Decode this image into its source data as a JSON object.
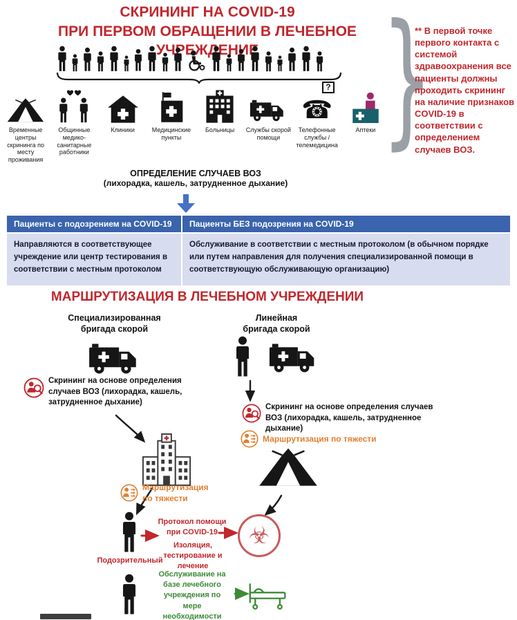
{
  "header": {
    "title_line1": "СКРИНИНГ НА COVID-19",
    "title_line2": "ПРИ ПЕРВОМ ОБРАЩЕНИИ В ЛЕЧЕБНОЕ УЧРЕЖДЕНИЕ",
    "note": "** В первой точке первого контакта с системой здравоохранения все пациенты должны проходить скрининг на наличие признаков COVID-19 в соответствии с определением случаев ВОЗ."
  },
  "facilities": {
    "items": [
      {
        "label": "Временные центры скрининга по месту проживания",
        "icon": "tent-icon"
      },
      {
        "label": "Общинные медико-санитарные работники",
        "icon": "community-workers-icon"
      },
      {
        "label": "Клиники",
        "icon": "clinic-icon"
      },
      {
        "label": "Медицинские пункты",
        "icon": "medical-post-icon"
      },
      {
        "label": "Больницы",
        "icon": "hospital-icon"
      },
      {
        "label": "Службы скорой помощи",
        "icon": "ambulance-icon"
      },
      {
        "label": "Телефонные службы / телемедицина",
        "icon": "telephone-icon"
      },
      {
        "label": "Аптеки",
        "icon": "pharmacy-icon"
      }
    ]
  },
  "who_definition": {
    "line1": "ОПРЕДЕЛЕНИЕ СЛУЧАЕВ ВОЗ",
    "line2": "(лихорадка, кашель, затрудненное дыхание)"
  },
  "triage_table": {
    "header_suspected": "Пациенты с подозрением на COVID-19",
    "header_not_suspected": "Пациенты БЕЗ подозрения на COVID-19",
    "body_suspected": "Направляются в соответствующее учреждение или центр тестирования в соответствии с местным протоколом",
    "body_not_suspected": "Обслуживание в соответствии с местным протоколом (в обычном порядке или путем направления для получения специализированной помощи в соответствующую обслуживающую организацию)"
  },
  "routing": {
    "title": "МАРШРУТИЗАЦИЯ В ЛЕЧЕБНОМ УЧРЕЖДЕНИИ",
    "left_team": "Специализированная бригада скорой",
    "right_team": "Линейная бригада скорой",
    "screening_left": "Скрининг на основе определения случаев ВОЗ (лихорадка, кашель, затрудненное дыхание)",
    "screening_right": "Скрининг на основе определения случаев ВОЗ (лихорадка, кашель, затрудненное дыхание)",
    "triage_by_severity_left": "Маршрутизация по тяжести",
    "triage_by_severity_right": "Маршрутизация по тяжести",
    "suspect_label": "Подозрительный",
    "protocol_title": "Протокол помощи при COVID-19",
    "protocol_actions": "Изоляция, тестирование и лечение",
    "non_suspect_care": "Обслуживание на базе лечебного учреждения по мере необходимости"
  },
  "icons": {
    "phone_glyph": "☎",
    "question_glyph": "?",
    "biohazard_glyph": "☣",
    "brace_glyph": "}"
  },
  "colors": {
    "title_red": "#C1272D",
    "header_blue": "#3A64AD",
    "cell_lavender": "#D8DCEF",
    "arrow_blue": "#4472C4",
    "accent_orange": "#E0802F",
    "accent_green": "#3D8B37",
    "biohazard_red": "#C9595B"
  }
}
